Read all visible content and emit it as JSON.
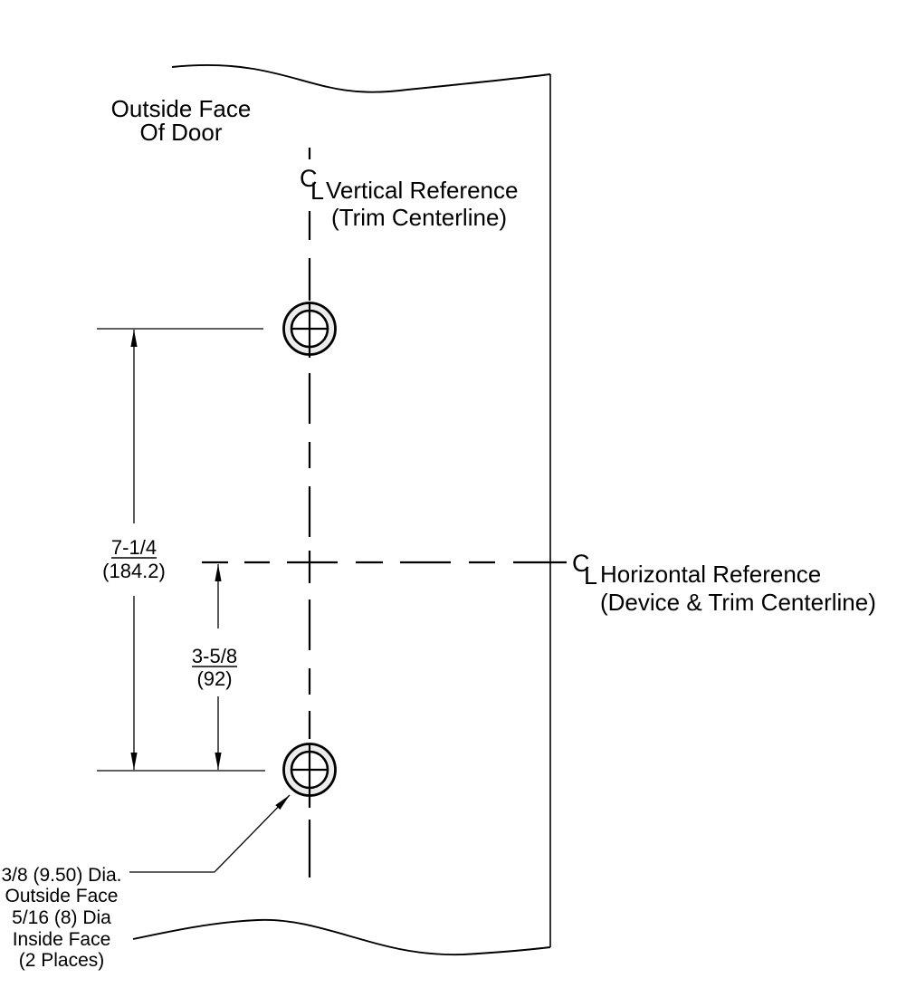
{
  "drawing": {
    "door_label": {
      "line1": "Outside Face",
      "line2": "Of Door"
    },
    "vertical_reference": {
      "symbol_c": "C",
      "symbol_l": "L",
      "label_line1": "Vertical Reference",
      "label_line2": "(Trim Centerline)"
    },
    "horizontal_reference": {
      "symbol_c": "C",
      "symbol_l": "L",
      "label_line1": "Horizontal Reference",
      "label_line2": "(Device & Trim Centerline)"
    },
    "dimensions": {
      "hole_spacing": {
        "fraction": "7-1/4",
        "metric": "(184.2)"
      },
      "hole_to_centerline": {
        "fraction": "3-5/8",
        "metric": "(92)"
      }
    },
    "hole_note": {
      "lines": [
        "3/8 (9.50) Dia.",
        "Outside Face",
        "5/16 (8) Dia",
        "Inside Face",
        "(2 Places)"
      ]
    },
    "colors": {
      "line": "#000000",
      "background": "#ffffff",
      "hole_ring_fill": "#ececec"
    }
  }
}
